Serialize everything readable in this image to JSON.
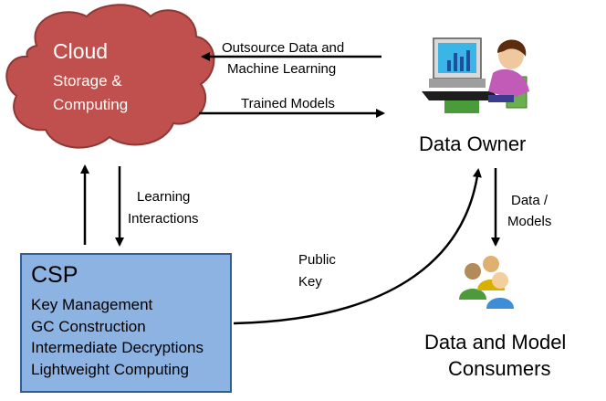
{
  "cloud": {
    "title": "Cloud",
    "line1": "Storage &",
    "line2": "Computing"
  },
  "edges": {
    "outsource_line1": "Outsource Data and",
    "outsource_line2": "Machine Learning",
    "trained_models": "Trained Models",
    "learning_line1": "Learning",
    "learning_line2": "Interactions",
    "public_key_line1": "Public",
    "public_key_line2": "Key",
    "data_models_line1": "Data /",
    "data_models_line2": "Models"
  },
  "data_owner": {
    "label": "Data Owner"
  },
  "consumers": {
    "line1": "Data and Model",
    "line2": "Consumers"
  },
  "csp": {
    "title": "CSP",
    "items": [
      "Key Management",
      "GC Construction",
      "Intermediate Decryptions",
      "Lightweight Computing"
    ]
  },
  "colors": {
    "cloud_fill": "#c0504d",
    "cloud_stroke": "#8c3836",
    "csp_fill": "#8db3e2",
    "csp_stroke": "#2f5f95"
  }
}
